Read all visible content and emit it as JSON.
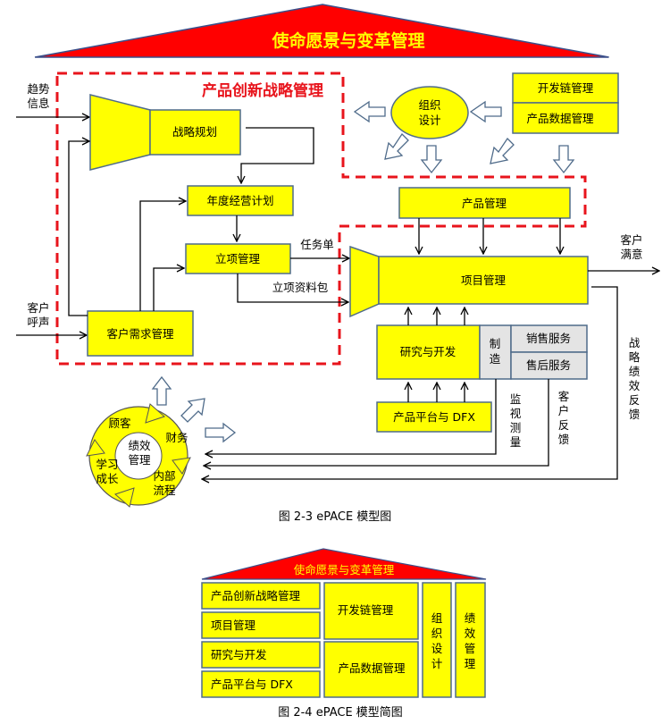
{
  "figure1": {
    "roof_title": "使命愿景与变革管理",
    "strategy_zone_title": "产品创新战略管理",
    "inputs": {
      "trend": [
        "趋势",
        "信息"
      ],
      "customer_voice": [
        "客户",
        "呼声"
      ]
    },
    "boxes": {
      "strategic_planning": "战略规划",
      "annual_plan": "年度经营计划",
      "project_initiation": "立项管理",
      "customer_requirements": "客户需求管理",
      "org_design": [
        "组织",
        "设计"
      ],
      "dev_chain": "开发链管理",
      "pdm": "产品数据管理",
      "product_mgmt": "产品管理",
      "project_mgmt": "项目管理",
      "rnd": "研究与开发",
      "manufacturing": [
        "制",
        "造"
      ],
      "sales_service": "销售服务",
      "after_sales": "售后服务",
      "platform_dfx": "产品平台与 DFX"
    },
    "flow_labels": {
      "task_order": "任务单",
      "initiation_package": "立项资料包",
      "customer_satisfaction": [
        "客户",
        "满意"
      ],
      "strategic_feedback": [
        "战",
        "略",
        "绩",
        "效",
        "反",
        "馈"
      ],
      "monitoring": [
        "监",
        "视",
        "测",
        "量"
      ],
      "customer_feedback": [
        "客",
        "户",
        "反",
        "馈"
      ]
    },
    "cycle": {
      "center": [
        "绩效",
        "管理"
      ],
      "customer": "顾客",
      "finance": "财务",
      "internal": [
        "内部",
        "流程"
      ],
      "learning": [
        "学习",
        "成长"
      ]
    },
    "caption": "图 2-3 ePACE 模型图"
  },
  "figure2": {
    "roof_title": "使命愿景与变革管理",
    "left_column": [
      "产品创新战略管理",
      "项目管理",
      "研究与开发",
      "产品平台与 DFX"
    ],
    "middle_column": [
      "开发链管理",
      "产品数据管理"
    ],
    "org_design": [
      "组",
      "织",
      "设",
      "计"
    ],
    "performance": [
      "绩",
      "效",
      "管",
      "理"
    ],
    "caption": "图 2-4 ePACE 模型简图"
  },
  "colors": {
    "roof_red": "#ff0000",
    "box_yellow": "#ffff00",
    "dash_red": "#e8141c",
    "title_yellow": "#ffff00",
    "gray_box": "#e4e4e4"
  }
}
